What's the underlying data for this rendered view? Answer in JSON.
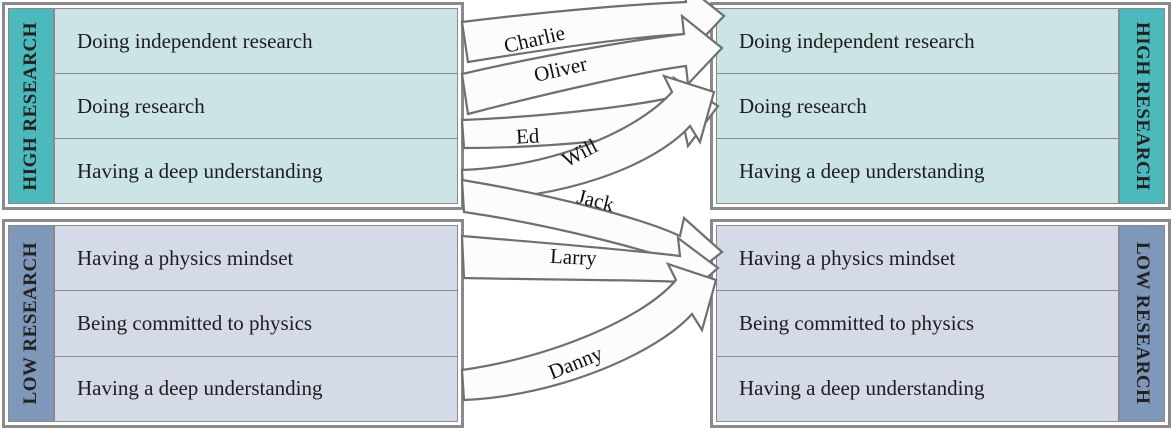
{
  "diagram": {
    "type": "two-column mapping diagram with named connecting arrows",
    "columns": [
      {
        "side": "left",
        "groups": [
          {
            "id": "high-research-left",
            "label": "HIGH RESEARCH",
            "label_color": "#4cb9bd",
            "row_color": "#cde4e6",
            "rows": [
              "Doing independent research",
              "Doing research",
              "Having a deep understanding"
            ]
          },
          {
            "id": "low-research-left",
            "label": "LOW RESEARCH",
            "label_color": "#7f97b9",
            "row_color": "#d4dae8",
            "rows": [
              "Having a physics mindset",
              "Being committed to physics",
              "Having a deep understanding"
            ]
          }
        ]
      },
      {
        "side": "right",
        "groups": [
          {
            "id": "high-research-right",
            "label": "HIGH RESEARCH",
            "label_color": "#4cb9bd",
            "row_color": "#cde4e6",
            "rows": [
              "Doing independent research",
              "Doing research",
              "Having a deep understanding"
            ]
          },
          {
            "id": "low-research-right",
            "label": "LOW RESEARCH",
            "label_color": "#7f97b9",
            "row_color": "#d4dae8",
            "rows": [
              "Having a physics mindset",
              "Being committed to physics",
              "Having a deep understanding"
            ]
          }
        ]
      }
    ],
    "arrows": [
      {
        "name": "Charlie",
        "from": "Doing independent research (high, left)",
        "to": "Doing independent research (high, right)"
      },
      {
        "name": "Oliver",
        "from": "Doing research (high, left)",
        "to": "Doing independent research (high, right)"
      },
      {
        "name": "Ed",
        "from": "Doing research (high, left)",
        "to": "Doing independent research (high, right)"
      },
      {
        "name": "Will",
        "from": "Having a deep understanding (high, left)",
        "to": "Doing independent research (high, right)"
      },
      {
        "name": "Jack",
        "from": "Having a deep understanding (high, left)",
        "to": "Having a physics mindset (low, right)"
      },
      {
        "name": "Larry",
        "from": "Having a physics mindset (low, left)",
        "to": "Having a physics mindset (low, right)"
      },
      {
        "name": "Danny",
        "from": "Having a deep understanding (low, left)",
        "to": "Having a physics mindset (low, right)"
      }
    ],
    "arrow_labels": {
      "charlie": "Charlie",
      "oliver": "Oliver",
      "ed": "Ed",
      "will": "Will",
      "jack": "Jack",
      "larry": "Larry",
      "danny": "Danny"
    },
    "colors": {
      "high_research_label": "#4cb9bd",
      "high_research_row": "#cde4e6",
      "low_research_label": "#7f97b9",
      "low_research_row": "#d4dae8",
      "border": "#8a8a8a",
      "arrow_stroke": "#6f6f6f",
      "arrow_fill": "#fcfcfc",
      "text": "#1d1d1d",
      "background": "#ffffff"
    }
  }
}
